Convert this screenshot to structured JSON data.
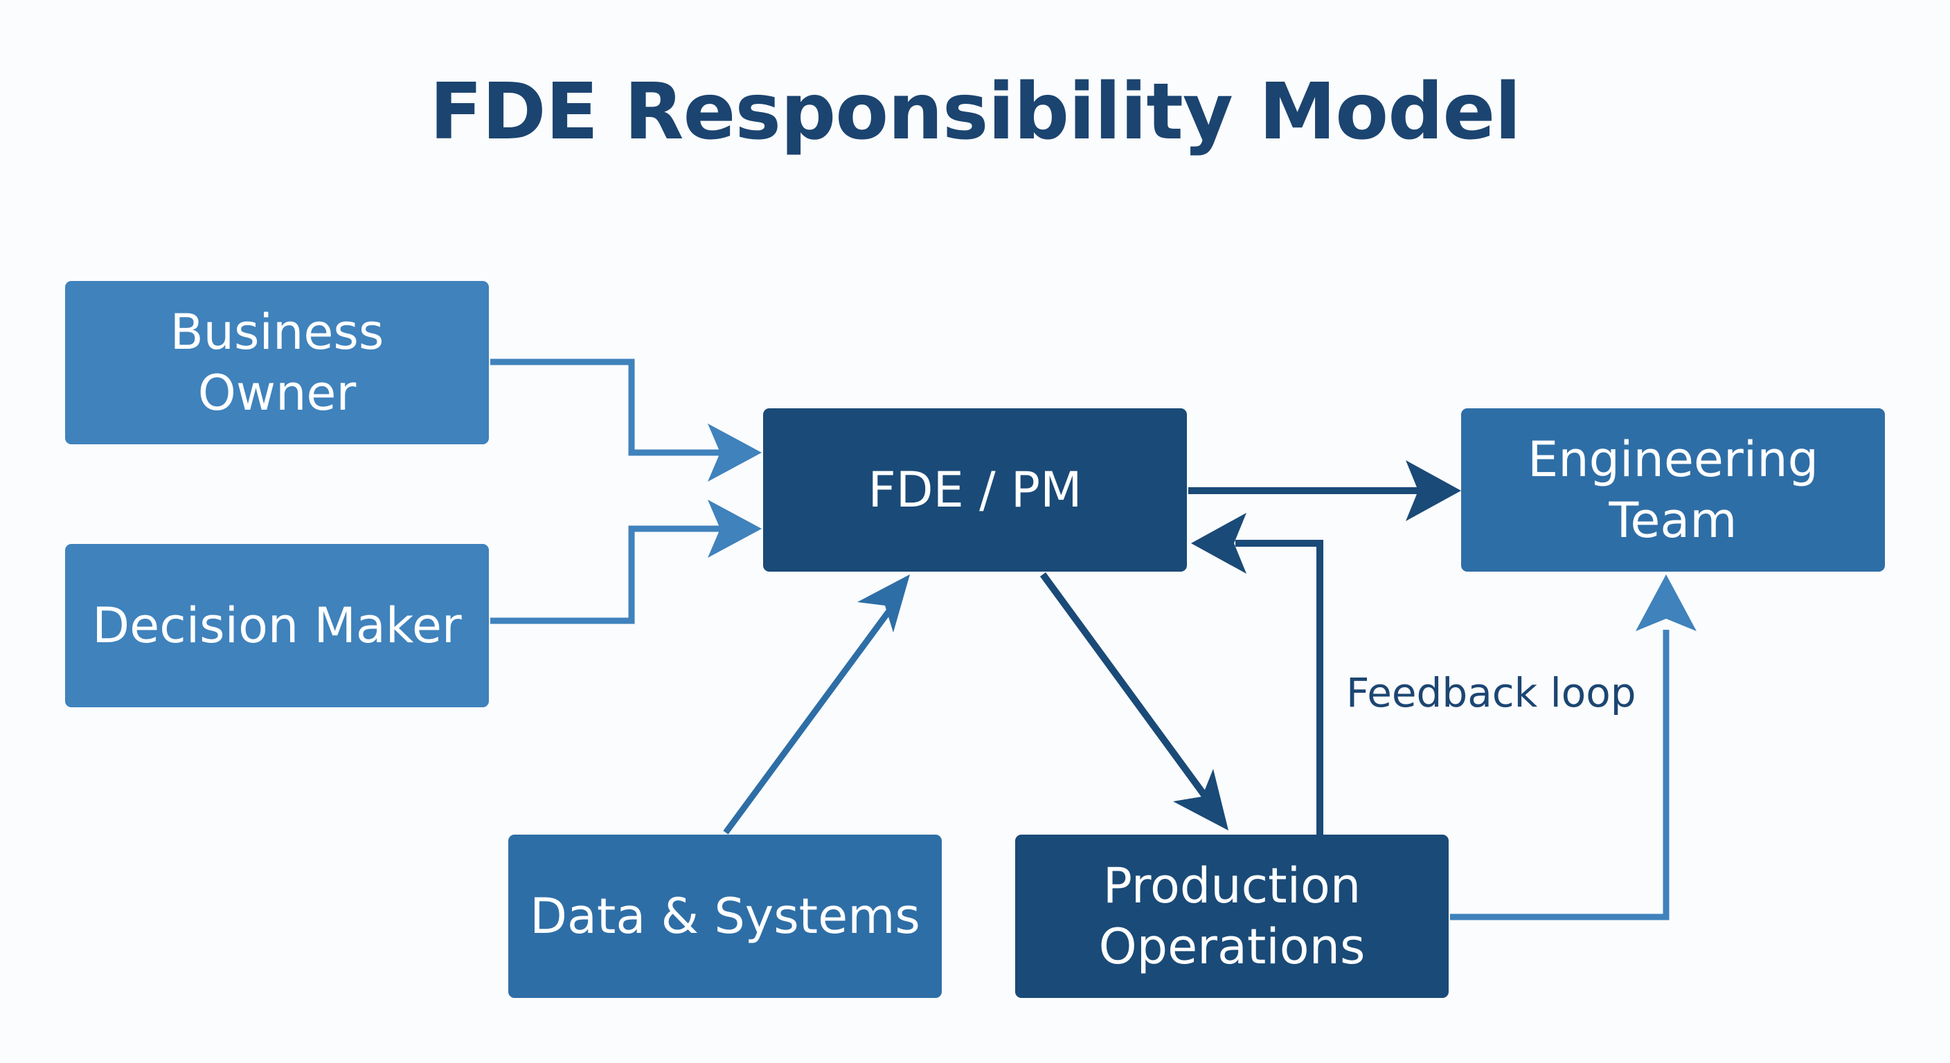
{
  "title": "FDE Responsibility Model",
  "nodes": {
    "business_owner": {
      "line1": "Business",
      "line2": "Owner"
    },
    "decision_maker": {
      "line1": "Decision Maker"
    },
    "fde_pm": {
      "line1": "FDE / PM"
    },
    "engineering_team": {
      "line1": "Engineering",
      "line2": "Team"
    },
    "data_systems": {
      "line1": "Data & Systems"
    },
    "production_operations": {
      "line1": "Production",
      "line2": "Operations"
    }
  },
  "feedback_label": "Feedback loop",
  "edges": [
    {
      "from": "Business Owner",
      "to": "FDE / PM"
    },
    {
      "from": "Decision Maker",
      "to": "FDE / PM"
    },
    {
      "from": "FDE / PM",
      "to": "Engineering Team"
    },
    {
      "from": "Data & Systems",
      "to": "FDE / PM"
    },
    {
      "from": "FDE / PM",
      "to": "Production Operations"
    },
    {
      "from": "Production Operations",
      "to": "FDE / PM"
    },
    {
      "from": "Production Operations",
      "to": "Engineering Team"
    }
  ],
  "colors": {
    "title": "#1b4470",
    "light_box": "#3f82bc",
    "mid_box": "#2e6ea6",
    "dark_box": "#1a4a77",
    "light_arrow": "#3f82bc",
    "dark_arrow": "#1a4a77",
    "background": "#fbfcfd"
  }
}
